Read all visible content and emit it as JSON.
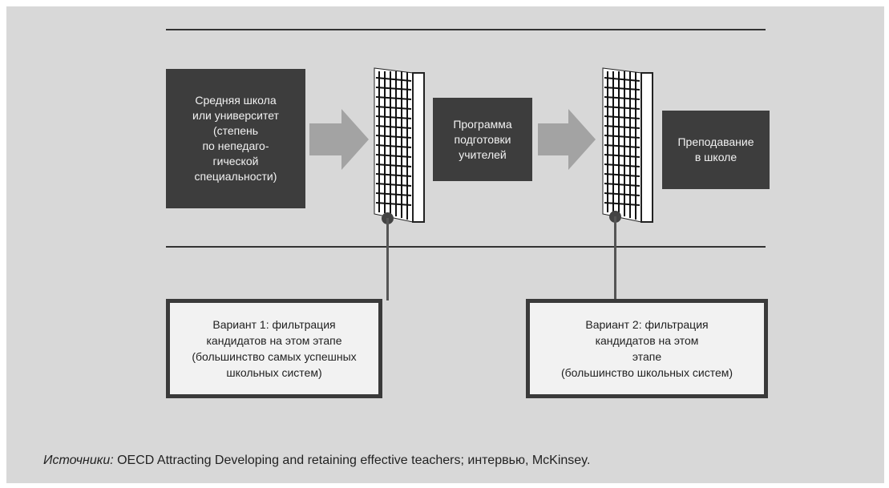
{
  "flow": {
    "stage1": "Средняя школа\nили университет\n(степень\nпо непедаго-\nгической\nспециальности)",
    "stage2": "Программа\nподготовки\nучителей",
    "stage3": "Преподавание\nв школе"
  },
  "options": {
    "option1": "Вариант 1: фильтрация\nкандидатов на этом этапе\n(большинство самых успешных\nшкольных систем)",
    "option2": "Вариант 2: фильтрация\nкандидатов на этом\nэтапе\n(большинство школьных систем)"
  },
  "source": {
    "label": "Источники:",
    "text": " OECD Attracting Developing and retaining effective teachers; интервью, McKinsey."
  },
  "colors": {
    "background": "#d8d8d8",
    "dark_box": "#3d3d3d",
    "arrow": "#a3a3a3",
    "option_border": "#3a3a3a"
  }
}
